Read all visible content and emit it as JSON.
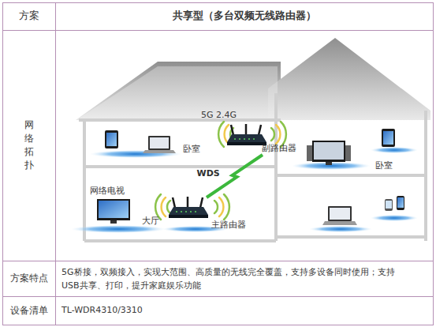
{
  "diagram": {
    "nodes": [
      {
        "text": [
          "副路由器"
        ]
      },
      {
        "text": [
          "主路由器"
        ]
      }
    ],
    "edges": [
      {
        "from": 1,
        "to": 0,
        "arrow": "none",
        "label": "WDS"
      }
    ],
    "labels": [
      "方案",
      "共享型（多台双频无线路由器）",
      "网 络 拓 扑",
      "5G 2.4G",
      "卧室",
      "网络电视",
      "大厅",
      "卧室",
      "方案特点",
      "5G桥接，双频接入，实现大范围、高质量的无线完全覆盖，支持多设备同时使用；支持 USB共享、打印，提升家庭娱乐功能",
      "设备清单",
      "TL-WDR4310/3310"
    ]
  }
}
